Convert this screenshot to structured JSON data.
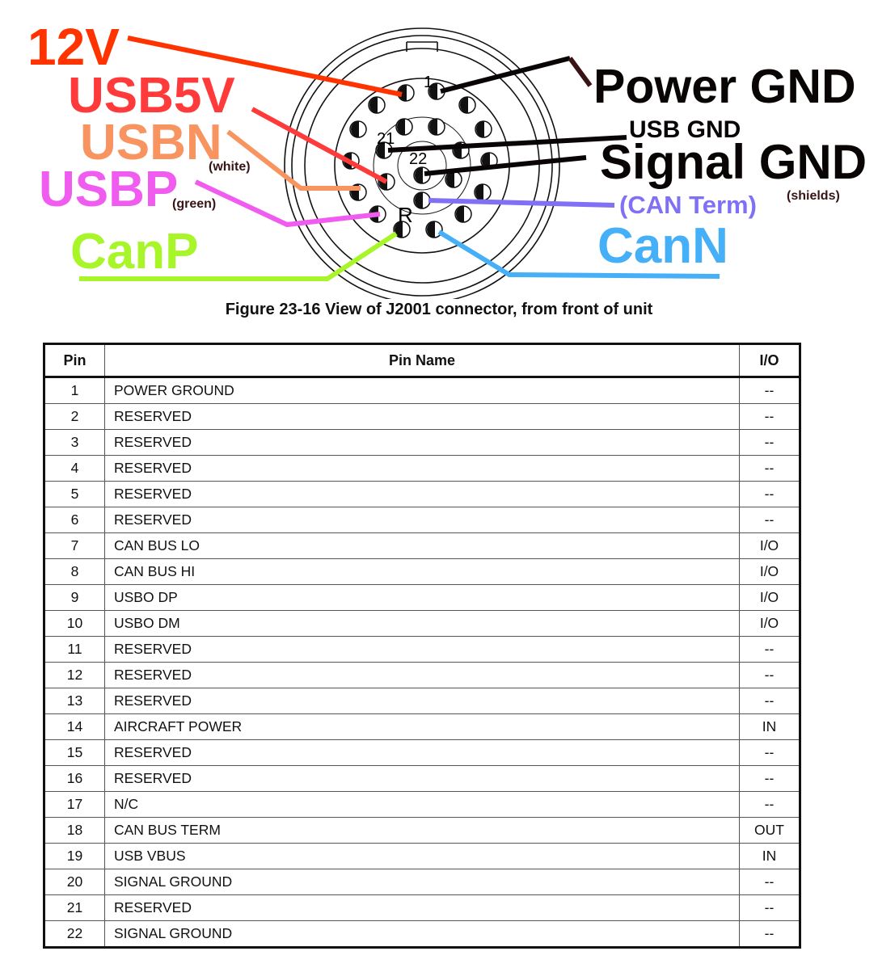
{
  "diagram": {
    "labels": {
      "v12": "12V",
      "usb5v": "USB5V",
      "usbn": "USBN",
      "usbn_note": "(white)",
      "usbp": "USBP",
      "usbp_note": "(green)",
      "canp": "CanP",
      "power_gnd": "Power GND",
      "usb_gnd": "USB GND",
      "signal_gnd": "Signal GND",
      "signal_gnd_note": "(shields)",
      "can_term": "(CAN Term)",
      "cann": "CanN"
    },
    "connector_marks": {
      "pin1": "1",
      "pin21": "21",
      "pin22": "22",
      "key": "R"
    },
    "colors": {
      "v12": "#ff3300",
      "usb5v": "#ff3a3a",
      "usbn": "#f79460",
      "usbp": "#f05cf0",
      "canp": "#a8f52a",
      "gnd": "#0a0505",
      "note": "#3a1414",
      "can_term": "#8070f5",
      "cann": "#45b0f7"
    }
  },
  "caption": "Figure 23-16  View of J2001 connector, from front of unit",
  "table": {
    "headers": {
      "pin": "Pin",
      "name": "Pin Name",
      "io": "I/O"
    },
    "rows": [
      {
        "pin": "1",
        "name": "POWER GROUND",
        "io": "--"
      },
      {
        "pin": "2",
        "name": "RESERVED",
        "io": "--"
      },
      {
        "pin": "3",
        "name": "RESERVED",
        "io": "--"
      },
      {
        "pin": "4",
        "name": "RESERVED",
        "io": "--"
      },
      {
        "pin": "5",
        "name": "RESERVED",
        "io": "--"
      },
      {
        "pin": "6",
        "name": "RESERVED",
        "io": "--"
      },
      {
        "pin": "7",
        "name": "CAN BUS LO",
        "io": "I/O"
      },
      {
        "pin": "8",
        "name": "CAN BUS HI",
        "io": "I/O"
      },
      {
        "pin": "9",
        "name": "USBO DP",
        "io": "I/O"
      },
      {
        "pin": "10",
        "name": "USBO DM",
        "io": "I/O"
      },
      {
        "pin": "11",
        "name": "RESERVED",
        "io": "--"
      },
      {
        "pin": "12",
        "name": "RESERVED",
        "io": "--"
      },
      {
        "pin": "13",
        "name": "RESERVED",
        "io": "--"
      },
      {
        "pin": "14",
        "name": "AIRCRAFT POWER",
        "io": "IN"
      },
      {
        "pin": "15",
        "name": "RESERVED",
        "io": "--"
      },
      {
        "pin": "16",
        "name": "RESERVED",
        "io": "--"
      },
      {
        "pin": "17",
        "name": "N/C",
        "io": "--"
      },
      {
        "pin": "18",
        "name": "CAN BUS TERM",
        "io": "OUT"
      },
      {
        "pin": "19",
        "name": "USB VBUS",
        "io": "IN"
      },
      {
        "pin": "20",
        "name": "SIGNAL GROUND",
        "io": "--"
      },
      {
        "pin": "21",
        "name": "RESERVED",
        "io": "--"
      },
      {
        "pin": "22",
        "name": "SIGNAL GROUND",
        "io": "--"
      }
    ]
  }
}
